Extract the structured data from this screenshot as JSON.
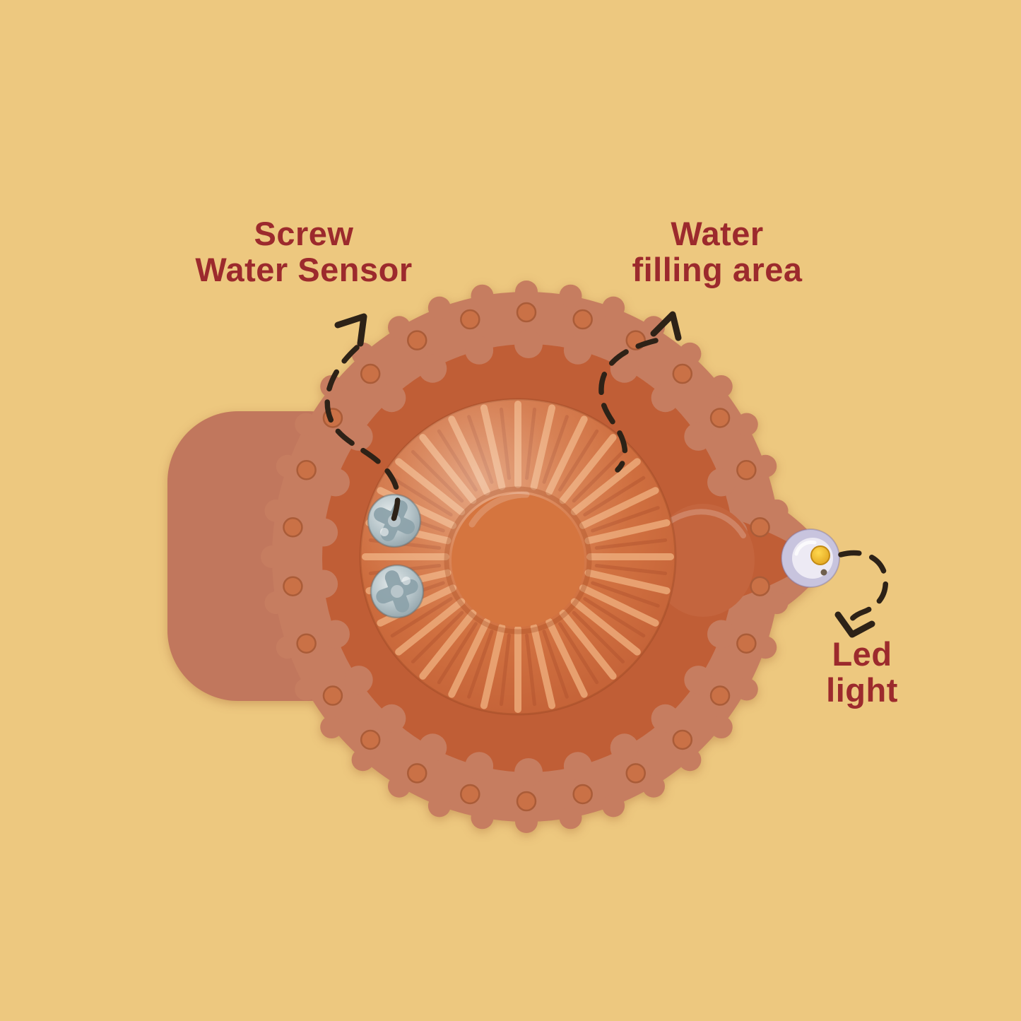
{
  "scene": {
    "description": "Top view of a terracotta water-sensor LED diya with three annotated features"
  },
  "labels": {
    "screw_water_sensor": {
      "line1": "Screw",
      "line2": "Water Sensor"
    },
    "water_filling_area": {
      "line1": "Water",
      "line2": "filling area"
    },
    "led_light": {
      "line1": "Led",
      "line2": "light"
    }
  },
  "colors": {
    "background": "#edc87f",
    "label_text": "#9c2a2d",
    "arrow": "#2d2217",
    "plate": "#c67d60",
    "tab": "#c1775d",
    "channel": "#c05e36",
    "bulge": "#c4653e",
    "bowl_light": "#d97c46",
    "bowl_dark": "#bf5c34",
    "flute_highlight": "#edaa79",
    "flute_shadow": "#b0522e",
    "boss": "#d5753f",
    "dot": "#ca7146",
    "dot_edge": "#aa5c38",
    "screw_light": "#dde4e6",
    "screw_dark": "#8ba1a9",
    "led_body": "#c8c4de",
    "led_inner": "#edeaf4",
    "led_chip": "#f3b72e"
  }
}
